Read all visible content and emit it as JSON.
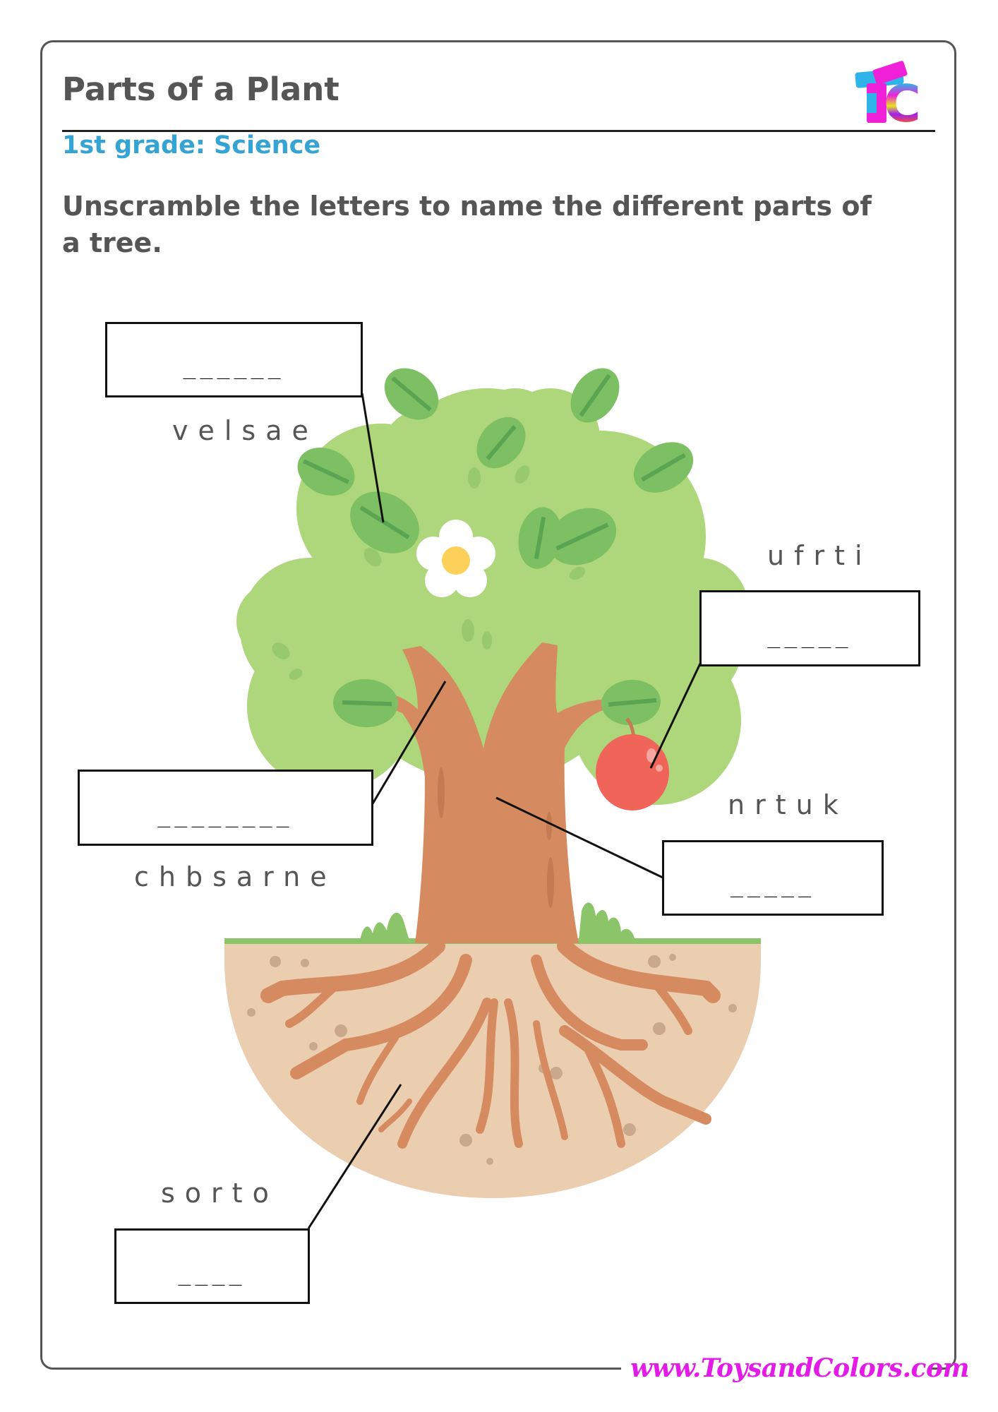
{
  "header": {
    "title": "Parts of a Plant",
    "subtitle": "1st grade: Science",
    "subtitle_color": "#36a4d3",
    "logo": {
      "icon": "tc-logo-icon",
      "letters": "TC",
      "c_letter": "C"
    }
  },
  "instructions": "Unscramble the letters to name the different parts of a tree.",
  "diagram": {
    "subject": "tree",
    "parts": [
      {
        "id": "leaves",
        "scrambled": "velsae",
        "blank": "______",
        "letter_count": 6
      },
      {
        "id": "fruit",
        "scrambled": "ufrti",
        "blank": "_____",
        "letter_count": 5
      },
      {
        "id": "branches",
        "scrambled": "chbsarne",
        "blank": "________",
        "letter_count": 8
      },
      {
        "id": "trunk",
        "scrambled": "nrtuk",
        "blank": "_____",
        "letter_count": 5
      },
      {
        "id": "roots",
        "scrambled": "sorto",
        "blank": "____",
        "letter_count": 4
      }
    ],
    "colors": {
      "canopy": "#aed67b",
      "leaf": "#7dbf63",
      "leaf_vein": "#5aa452",
      "trunk": "#d68a5f",
      "soil": "#ebcdb0",
      "ground_grass": "#8cc46a",
      "apple": "#f0645a",
      "flower_petal": "#ffffff",
      "flower_center": "#fdd05a"
    }
  },
  "footer": {
    "website": "www.ToysandColors.com",
    "website_color": "#e21ce6"
  }
}
